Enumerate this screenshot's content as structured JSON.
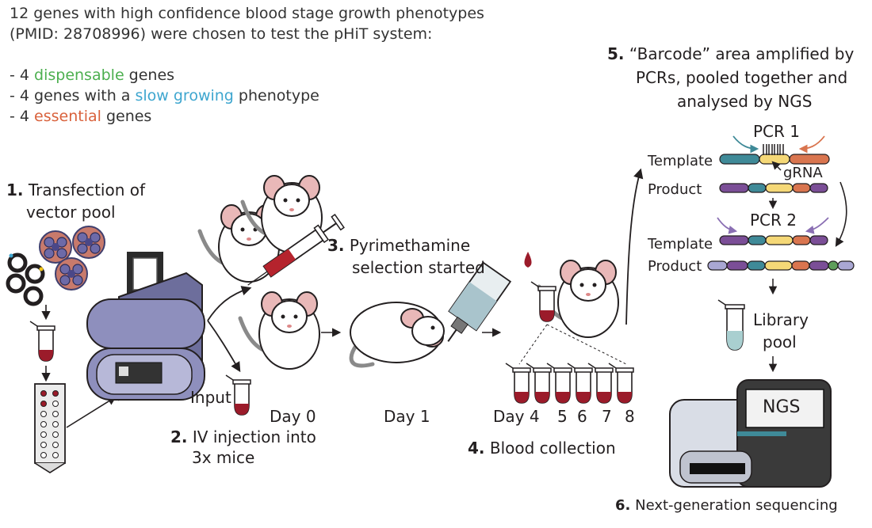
{
  "intro": {
    "line1": "12 genes with high confidence blood stage growth phenotypes",
    "line2": "(PMID: 28708996) were chosen to test the pHiT system:",
    "item1": {
      "prefix": "- 4 ",
      "highlight": "dispensable",
      "suffix": " genes"
    },
    "item2": {
      "prefix": "- 4 genes with a ",
      "highlight": "slow growing",
      "suffix": " phenotype"
    },
    "item3": {
      "prefix": "- 4 ",
      "highlight": "essential",
      "suffix": " genes"
    }
  },
  "steps": {
    "s1": {
      "num": "1.",
      "line1": "Transfection of",
      "line2": "vector pool"
    },
    "s2": {
      "num": "2.",
      "line1": "IV injection into",
      "line2": "3x mice"
    },
    "s3": {
      "num": "3.",
      "line1": "Pyrimethamine",
      "line2": "selection started"
    },
    "s4": {
      "num": "4.",
      "text": "Blood collection"
    },
    "s5": {
      "num": "5.",
      "line1": "“Barcode” area amplified by",
      "line2": "PCRs, pooled together and",
      "line3": "analysed by NGS"
    },
    "s6": {
      "num": "6.",
      "text": "Next-generation sequencing"
    }
  },
  "labels": {
    "input": "Input",
    "day0": "Day 0",
    "day1": "Day 1",
    "day4": "Day 4",
    "day5": "5",
    "day6": "6",
    "day7": "7",
    "day8": "8",
    "pcr1": "PCR 1",
    "pcr2": "PCR 2",
    "template": "Template",
    "product": "Product",
    "grna": "gRNA",
    "library1": "Library",
    "library2": "pool",
    "ngs": "NGS"
  },
  "colors": {
    "dispensable": "#4caf4f",
    "slow_growing": "#3ea6cf",
    "essential": "#d9613b",
    "machine": "#8e8fbd",
    "blood": "#9b1b2a",
    "segment_teal": "#3f8a98",
    "segment_yellow": "#f5d877",
    "segment_orange": "#d9754f",
    "segment_purple": "#7b4e97",
    "segment_lavender": "#a9a7d3"
  }
}
